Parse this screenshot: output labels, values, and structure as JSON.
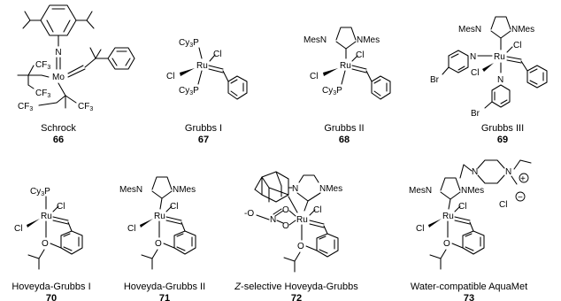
{
  "structures": [
    {
      "id": "schrock",
      "caption": "Schrock",
      "number": "66",
      "labels": {
        "metal": "Mo",
        "imido_n": "N",
        "cf3": "CF",
        "cf3_sub": "3"
      }
    },
    {
      "id": "grubbs-1",
      "caption": "Grubbs I",
      "number": "67",
      "labels": {
        "metal": "Ru",
        "phosphine": "Cy",
        "phosphine_sub": "3",
        "phosphine_p": "P",
        "chloride": "Cl"
      }
    },
    {
      "id": "grubbs-2",
      "caption": "Grubbs II",
      "number": "68",
      "labels": {
        "metal": "Ru",
        "n_mes": "NMes",
        "mes_n": "MesN",
        "phosphine": "Cy",
        "phosphine_sub": "3",
        "phosphine_p": "P",
        "chloride": "Cl"
      }
    },
    {
      "id": "grubbs-3",
      "caption": "Grubbs III",
      "number": "69",
      "labels": {
        "metal": "Ru",
        "n_mes": "NMes",
        "mes_n": "MesN",
        "pyridine_n": "N",
        "bromine": "Br",
        "chloride": "Cl"
      }
    },
    {
      "id": "hoveyda-grubbs-1",
      "caption": "Hoveyda-Grubbs I",
      "number": "70",
      "labels": {
        "metal": "Ru",
        "phosphine": "Cy",
        "phosphine_sub": "3",
        "phosphine_p": "P",
        "chloride": "Cl",
        "oxygen": "O"
      }
    },
    {
      "id": "hoveyda-grubbs-2",
      "caption": "Hoveyda-Grubbs II",
      "number": "71",
      "labels": {
        "metal": "Ru",
        "n_mes": "NMes",
        "mes_n": "MesN",
        "chloride": "Cl",
        "oxygen": "O"
      }
    },
    {
      "id": "z-selective",
      "caption_italic": "Z",
      "caption": "-selective Hoveyda-Grubbs",
      "number": "72",
      "labels": {
        "metal": "Ru",
        "n": "N",
        "n_mes": "NMes",
        "chloride": "Cl",
        "oxygen": "O",
        "nitrate_o_minus": "-O"
      }
    },
    {
      "id": "aquamet",
      "caption": "Water-compatible AquaMet",
      "number": "73",
      "labels": {
        "metal": "Ru",
        "n_mes": "NMes",
        "mes_n": "MesN",
        "n": "N",
        "chloride": "Cl",
        "oxygen": "O",
        "plus": "+",
        "minus": "−"
      }
    }
  ]
}
